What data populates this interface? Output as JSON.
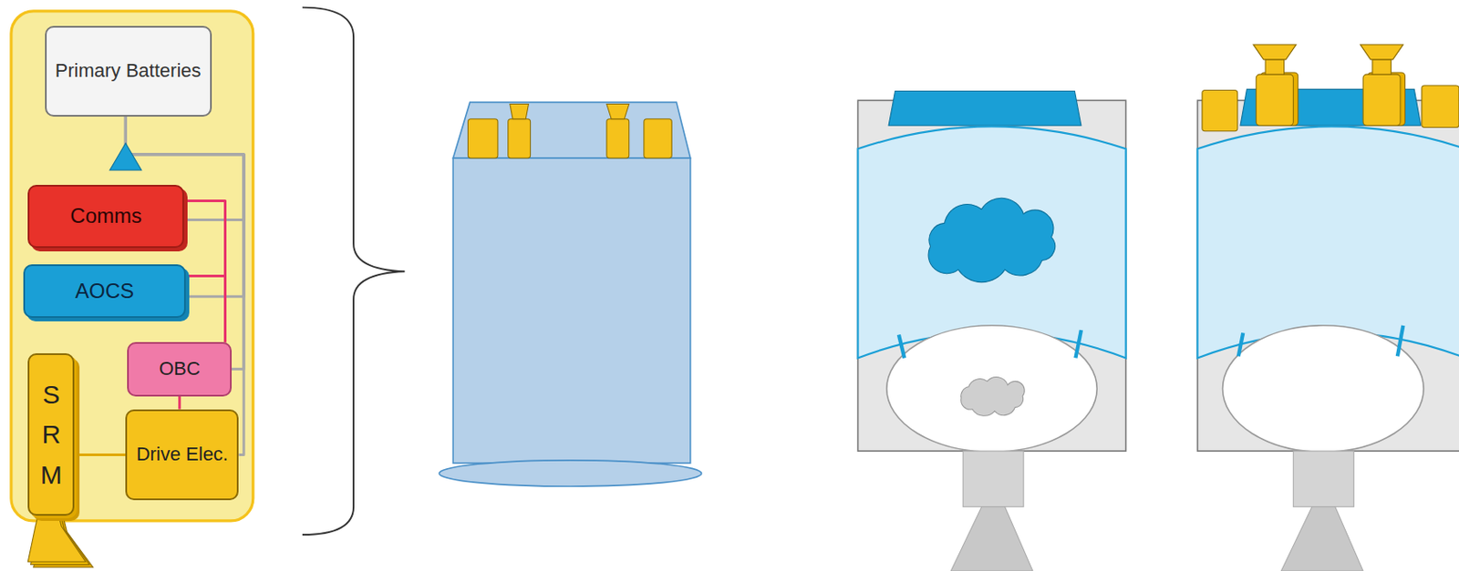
{
  "diagram": {
    "nodes": [
      {
        "text": [
          "Primary Batteries"
        ]
      },
      {
        "text": [
          "Comms"
        ]
      },
      {
        "text": [
          "AOCS"
        ]
      },
      {
        "text": [
          "SRM"
        ]
      },
      {
        "text": [
          "OBC"
        ]
      },
      {
        "text": [
          "Drive Elec."
        ]
      }
    ],
    "edges": [
      {
        "from": 1,
        "to": 4,
        "arrow": "none"
      },
      {
        "from": 2,
        "to": 4,
        "arrow": "none"
      },
      {
        "from": 4,
        "to": 5,
        "arrow": "none"
      },
      {
        "from": 3,
        "to": 5,
        "arrow": "none"
      },
      {
        "from": 1,
        "to": 0,
        "arrow": "none"
      },
      {
        "from": 2,
        "to": 0,
        "arrow": "none"
      },
      {
        "from": 4,
        "to": 0,
        "arrow": "none"
      },
      {
        "from": 5,
        "to": 0,
        "arrow": "none"
      }
    ]
  }
}
